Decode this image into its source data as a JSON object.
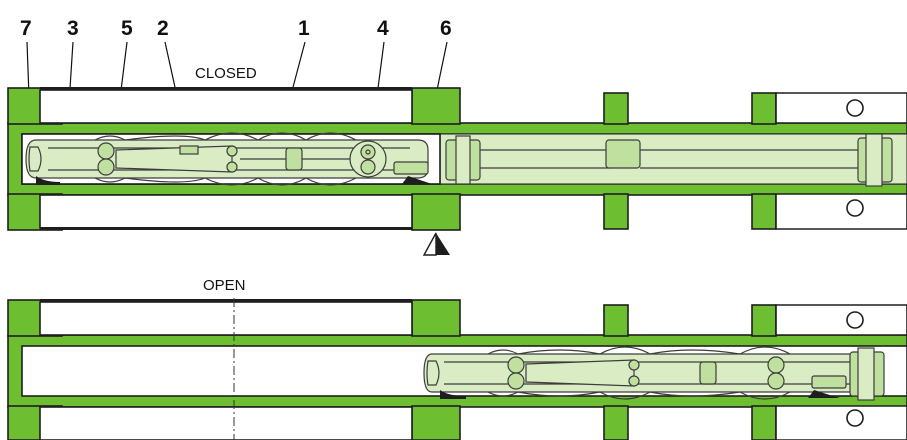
{
  "labels": {
    "part_7": "7",
    "part_3": "3",
    "part_5": "5",
    "part_2": "2",
    "part_1": "1",
    "part_4": "4",
    "part_6": "6",
    "state_closed": "CLOSED",
    "state_open": "OPEN"
  },
  "colors": {
    "frame_green": "#6ebe32",
    "mechanism_pale_green": "#d9ecc4",
    "outline": "#1e1e1e",
    "background": "#ffffff"
  },
  "icons": {
    "pivot_marker": "triangle-marker-icon",
    "bolt_hole": "circle-hole-icon"
  }
}
